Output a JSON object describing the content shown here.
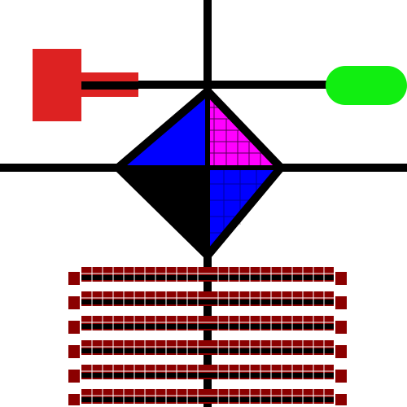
{
  "scene": {
    "background_color": "#ffffff",
    "line_color": "#000000",
    "objects": {
      "red_marker": {
        "icon": "red-flag-block",
        "color": "#dd2222"
      },
      "green_marker": {
        "icon": "green-capsule",
        "color": "#11ee11"
      },
      "diamond": {
        "icon": "four-color-diamond",
        "colors": {
          "top_left": "#0000ff",
          "top_right": "#ff00ff",
          "bottom_left": "#000000",
          "bottom_right": "#0000ff"
        }
      },
      "brick_rows": {
        "icon": "red-brick-rails",
        "fill_color": "#8b0000",
        "mortar_color": "#ffffff",
        "rail_color": "#000000",
        "row_count": 6
      }
    }
  }
}
